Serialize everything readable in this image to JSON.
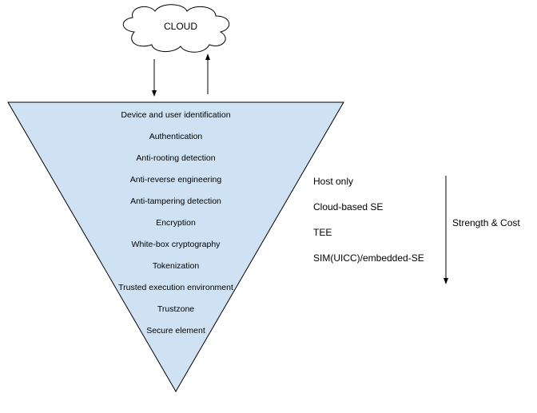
{
  "cloud": {
    "label": "CLOUD"
  },
  "layers": [
    "Device and user identification",
    "Authentication",
    "Anti-rooting detection",
    "Anti-reverse engineering",
    "Anti-tampering detection",
    "Encryption",
    "White-box cryptography",
    "Tokenization",
    "Trusted execution environment",
    "Trustzone",
    "Secure element"
  ],
  "options": [
    "Host only",
    "Cloud-based SE",
    "TEE",
    "SIM(UICC)/embedded-SE"
  ],
  "scale_label": "Strength & Cost",
  "colors": {
    "triangle_fill": "#cfe2f3",
    "stroke": "#000000"
  }
}
